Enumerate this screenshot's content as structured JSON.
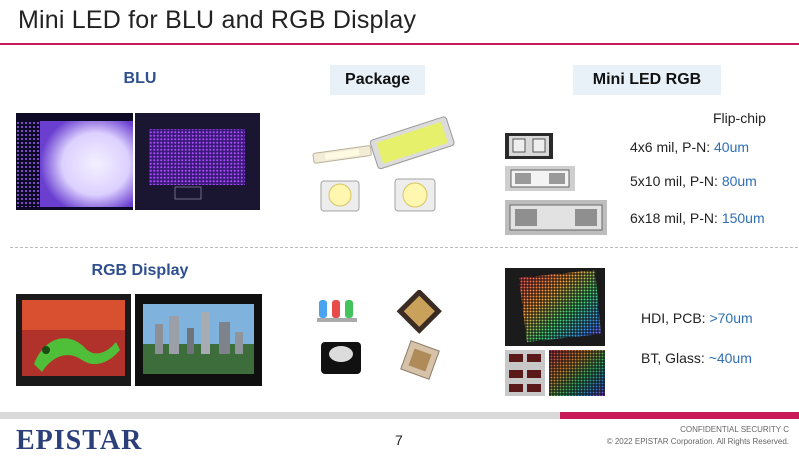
{
  "slide": {
    "title": "Mini LED for BLU and RGB Display",
    "page_number": "7",
    "accent_color": "#c8195a",
    "brand_color": "#2b3f7a"
  },
  "sections": {
    "blu_label": "BLU",
    "rgb_label": "RGB Display",
    "package_label": "Package",
    "mini_led_rgb_label": "Mini LED RGB"
  },
  "mini_led_rgb": {
    "flip_chip_label": "Flip-chip",
    "chips": [
      {
        "size": "4x6 mil,   P-N: ",
        "pitch": "40um"
      },
      {
        "size": "5x10 mil, P-N: ",
        "pitch": "80um"
      },
      {
        "size": "6x18 mil, P-N: ",
        "pitch": "150um"
      }
    ],
    "substrates": [
      {
        "name": "HDI, PCB: ",
        "pitch": ">70um"
      },
      {
        "name": "BT, Glass: ",
        "pitch": "~40um"
      }
    ]
  },
  "footer": {
    "logo": "EPISTAR",
    "confidential": "CONFIDENTIAL SECURITY C",
    "copyright": "© 2022 EPISTAR Corporation.  All Rights Reserved."
  },
  "images": [
    "blu-panel-lit-photo",
    "blu-panel-matrix-photo",
    "package-leds-photo",
    "rgb-led-packages-photo",
    "gecko-display-photo",
    "city-display-photo",
    "flip-chip-photos",
    "mini-led-rgb-array-photos"
  ]
}
